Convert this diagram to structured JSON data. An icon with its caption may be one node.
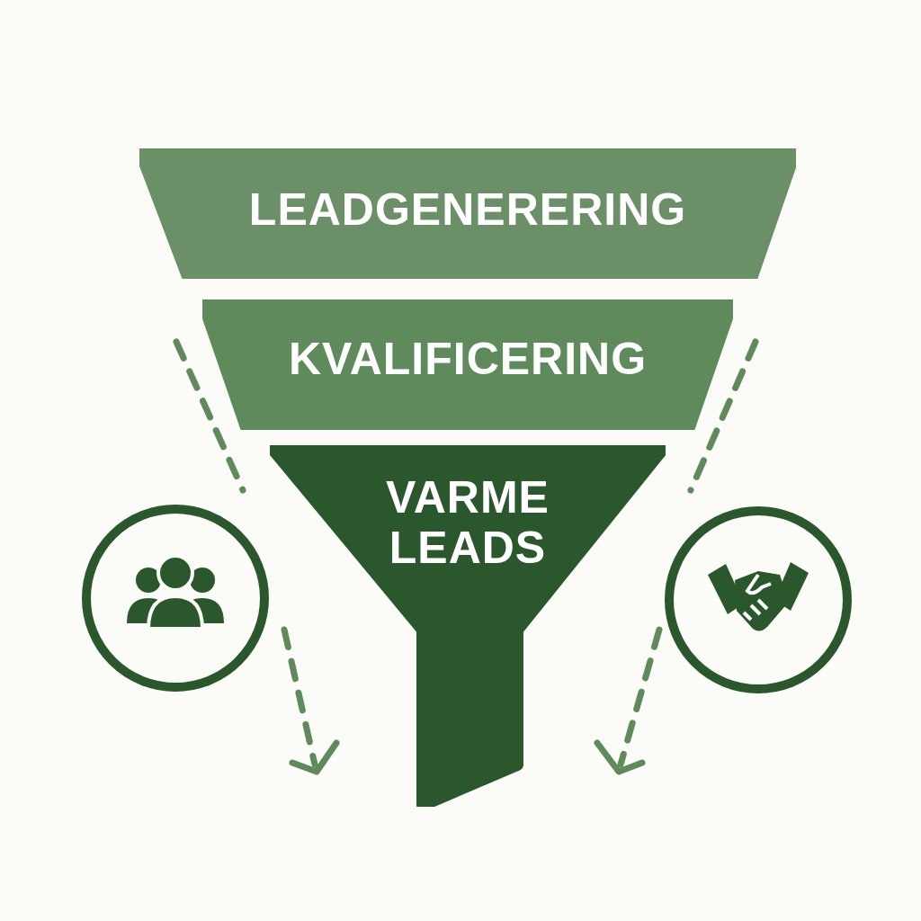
{
  "diagram": {
    "nodes": [
      {
        "text": [
          "LEADGENERERING"
        ]
      },
      {
        "text": [
          "KVALIFICERING"
        ]
      },
      {
        "text": [
          "VARME LEADS"
        ]
      },
      {
        "text": [],
        "shape": "circle"
      },
      {
        "text": [],
        "shape": "circle"
      }
    ]
  }
}
